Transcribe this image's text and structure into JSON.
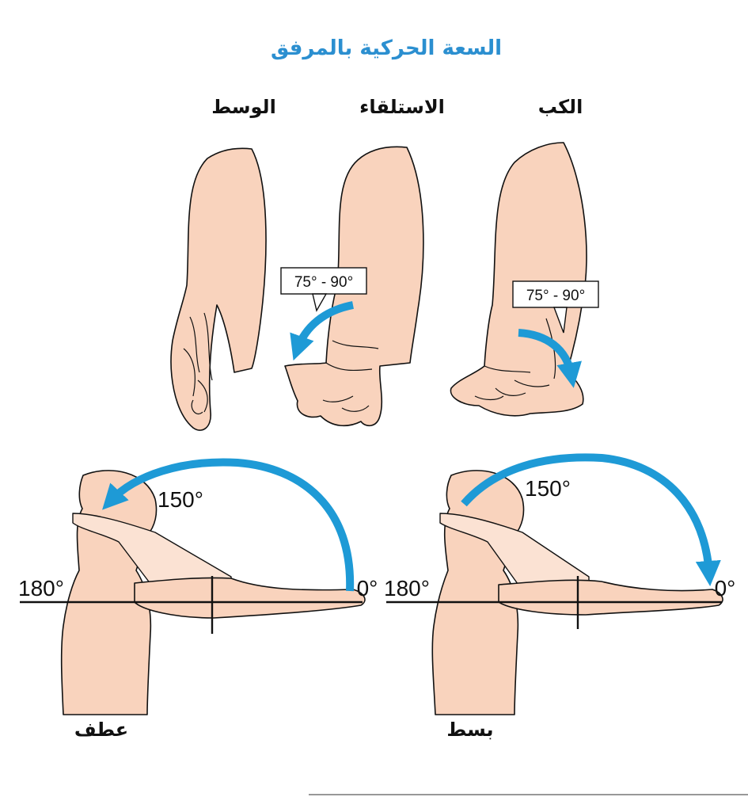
{
  "title": "السعة الحركية بالمرفق",
  "panels": {
    "neutral": {
      "label": "الوسط"
    },
    "supination": {
      "label": "الاستلقاء",
      "range": "75° - 90°"
    },
    "pronation": {
      "label": "الكب",
      "range": "75° - 90°"
    },
    "flexion": {
      "label": "عطف",
      "angle_start": "0°",
      "angle_mid": "150°",
      "angle_end": "180°"
    },
    "extension": {
      "label": "بسط",
      "angle_start": "0°",
      "angle_mid": "150°",
      "angle_end": "180°"
    }
  },
  "colors": {
    "title": "#2b8fd0",
    "arrow": "#1e9ad6",
    "skin": "#f9d3bd",
    "outline": "#111111"
  }
}
